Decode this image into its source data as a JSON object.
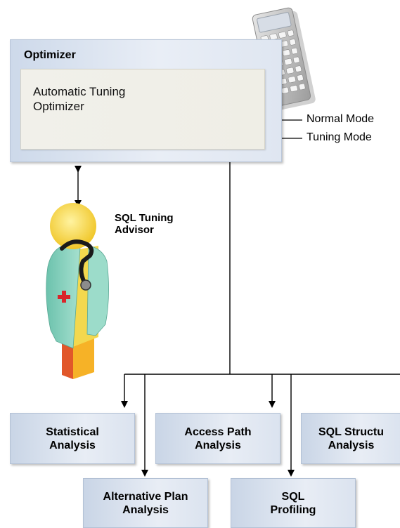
{
  "optimizer": {
    "title": "Optimizer",
    "inner_label": "Automatic Tuning\nOptimizer"
  },
  "modes": {
    "normal": "Normal Mode",
    "tuning": "Tuning Mode"
  },
  "advisor": {
    "label": "SQL Tuning\nAdvisor"
  },
  "analysis_boxes": {
    "statistical": "Statistical\nAnalysis",
    "access_path": "Access Path\nAnalysis",
    "sql_structure": "SQL Structu\nAnalysis",
    "alternative_plan": "Alternative Plan\nAnalysis",
    "sql_profiling": "SQL\nProfiling"
  },
  "colors": {
    "box_fill": "#dfe6f1",
    "inner_fill": "#efeee6",
    "connector": "#000000",
    "advisor_coat": "#8ed6c0",
    "advisor_head": "#f4d24a",
    "advisor_cross": "#d9252a"
  }
}
